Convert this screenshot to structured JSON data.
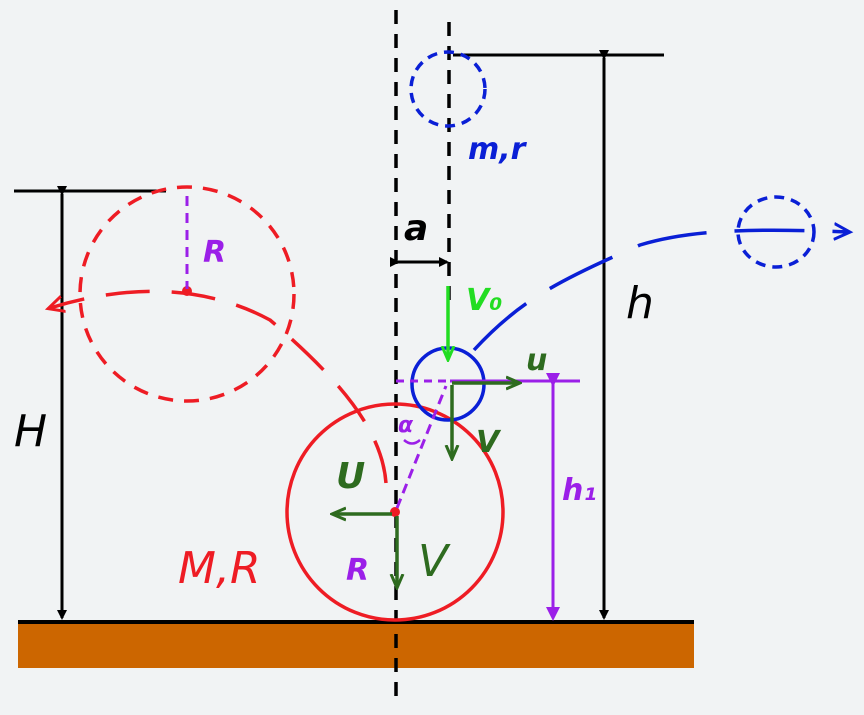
{
  "labels": {
    "H": "H",
    "h": "h",
    "h1": "h₁",
    "a": "a",
    "big_ball": "M,R",
    "small_ball": "m,r",
    "R_top": "R",
    "R_inner": "R",
    "alpha": "α",
    "v0": "V₀",
    "u_small": "u",
    "v_small": "V",
    "U_big": "U",
    "V_big": "V"
  },
  "colors": {
    "background": "#f1f3f4",
    "black": "#000000",
    "big_ball": "#ee1c24",
    "small_ball": "#0a1fd6",
    "purple": "#9b1fe8",
    "dark_green": "#2e6b1f",
    "bright_green": "#22dd22",
    "ground": "#cc6600"
  }
}
